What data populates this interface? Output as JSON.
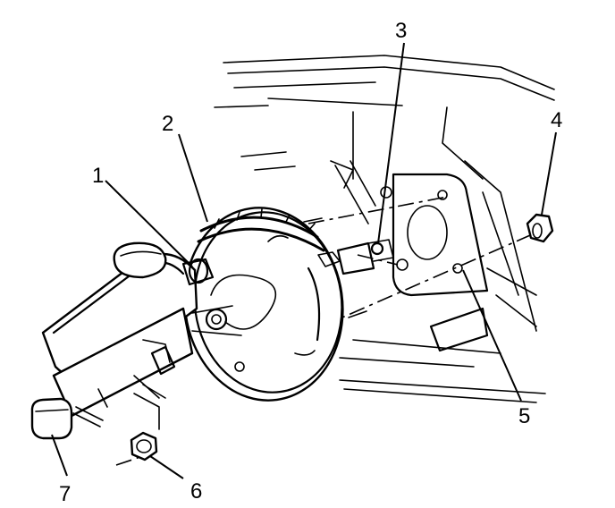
{
  "diagram": {
    "callouts": [
      {
        "id": "1",
        "label": "1"
      },
      {
        "id": "2",
        "label": "2"
      },
      {
        "id": "3",
        "label": "3"
      },
      {
        "id": "4",
        "label": "4"
      },
      {
        "id": "5",
        "label": "5"
      },
      {
        "id": "6",
        "label": "6"
      },
      {
        "id": "7",
        "label": "7"
      }
    ]
  },
  "colors": {
    "line": "#000000",
    "background": "#ffffff"
  }
}
